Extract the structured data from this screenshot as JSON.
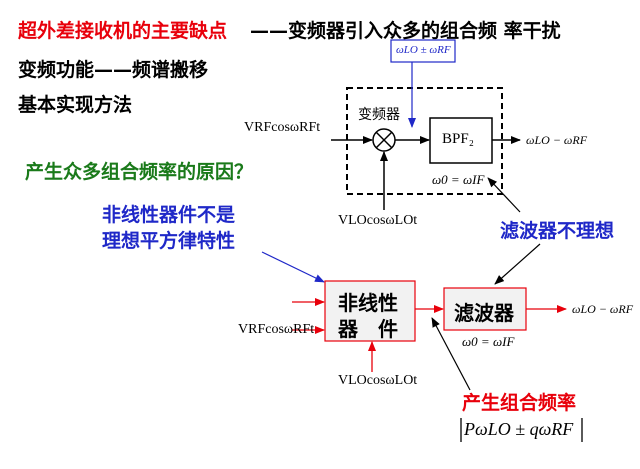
{
  "header": {
    "title": "超外差接收机的主要缺点",
    "title_color": "#e8000b",
    "subtitle": "——变频器引入众多的组合频 率干扰"
  },
  "lines": {
    "function": "变频功能——频谱搬移",
    "method": "基本实现方法"
  },
  "question": "产生众多组合频率的原因？",
  "nonlinear_note": {
    "line1": "非线性器件不是",
    "line2": "理想平方律特性"
  },
  "filter_note": "滤波器不理想",
  "top_diagram": {
    "mixer_label": "变频器",
    "mixer_out_freq": "ωLO ± ωRF",
    "bpf_label": "BPF₂",
    "output_freq": "ωLO − ωRF",
    "center_freq": "ω0 = ωIF",
    "rf_input": "VRFcosωRFt",
    "lo_input": "VLOcosωLOt"
  },
  "bottom_diagram": {
    "nonlinear_box_line1": "非线性",
    "nonlinear_box_line2": "器　件",
    "filter_box": "滤波器",
    "output_freq": "ωLO − ωRF",
    "center_freq": "ω0 = ωIF",
    "rf_input": "VRFcosωRFt",
    "lo_input": "VLOcosωLOt"
  },
  "combo_label": "产生组合频率",
  "combo_formula": "|PωLO ± qωRF|",
  "colors": {
    "green": "#1a7a1a",
    "blue": "#1f28c8",
    "red": "#e8000b",
    "box_fill": "#f2f2f2"
  }
}
